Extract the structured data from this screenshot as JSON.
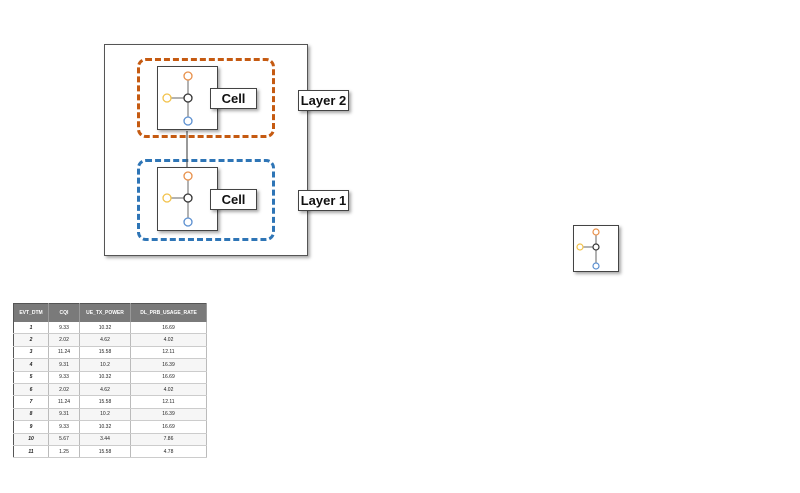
{
  "diagram": {
    "layers": [
      {
        "label": "Layer 2",
        "cell_label": "Cell",
        "color": "#c55a11"
      },
      {
        "label": "Layer 1",
        "cell_label": "Cell",
        "color": "#2e75b6"
      }
    ],
    "node_colors": {
      "top": "#e8904a",
      "left": "#f2c24b",
      "center": "#333333",
      "bottom": "#5b8fd0"
    }
  },
  "table": {
    "columns": [
      "EVT_DTM",
      "CQI",
      "UE_TX_POWER",
      "DL_PRB_USAGE_RATE"
    ],
    "rows": [
      [
        "1",
        "9.33",
        "10.32",
        "16.69"
      ],
      [
        "2",
        "2.02",
        "4.62",
        "4.02"
      ],
      [
        "3",
        "11.24",
        "15.58",
        "12.11"
      ],
      [
        "4",
        "9.31",
        "10.2",
        "16.39"
      ],
      [
        "5",
        "9.33",
        "10.32",
        "16.69"
      ],
      [
        "6",
        "2.02",
        "4.62",
        "4.02"
      ],
      [
        "7",
        "11.24",
        "15.58",
        "12.11"
      ],
      [
        "8",
        "9.31",
        "10.2",
        "16.39"
      ],
      [
        "9",
        "9.33",
        "10.32",
        "16.69"
      ],
      [
        "10",
        "5.67",
        "3.44",
        "7.86"
      ],
      [
        "11",
        "1.25",
        "15.58",
        "4.78"
      ]
    ]
  }
}
